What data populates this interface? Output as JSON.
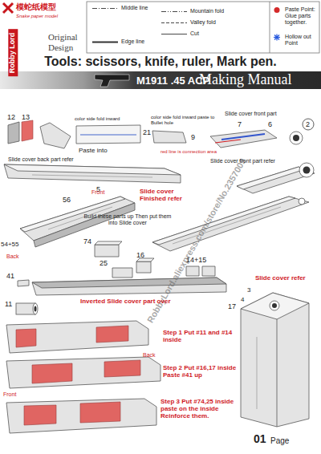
{
  "diagram": {
    "nodes": [
      {
        "text": [
          "Robby Lord"
        ]
      },
      {
        "text": [
          "M1911 .45 ACP",
          "Making Manual"
        ]
      }
    ],
    "labels": [
      "模蛇纸模型",
      "Snake paper model",
      "Original Design",
      "Tools: scissors, knife, ruler, Mark pen.",
      "12",
      "13",
      "color side fold inward",
      "21",
      "Paste into",
      "color side fold inward paste to Bullet hole",
      "9",
      "Slide cover front part",
      "7",
      "6",
      "2",
      "red line is connection area",
      "Slide cover back part refer",
      "5",
      "Slide cover front part refer",
      "56",
      "Front",
      "Slide cover Finished refer",
      "54+55",
      "Back",
      "Build these parts up Then put them into Slide cover",
      "74",
      "25",
      "16",
      "14+15",
      "41",
      "Inverted Slide cover part over",
      "11",
      "3",
      "4",
      "17",
      "Slide cover refer",
      "Step 1 Put #11 and #14 inside",
      "Back",
      "Step 2 Put #16,17 inside Paste #41 up",
      "Front",
      "Step 3 Put #74,25 inside paste on the inside Reinforce them.",
      "01",
      "Page",
      "RobbyLord.aliexpress.com/store/No.2357009"
    ],
    "legend": [
      {
        "text": "Middle line"
      },
      {
        "text": "Mountain fold"
      },
      {
        "text": "Valley fold"
      },
      {
        "text": "Cut"
      },
      {
        "text": "Edge line"
      },
      {
        "text": "Paste Point: Glue parts together.",
        "color": "#d42a2a"
      },
      {
        "text": "Hollow out Point"
      }
    ]
  }
}
